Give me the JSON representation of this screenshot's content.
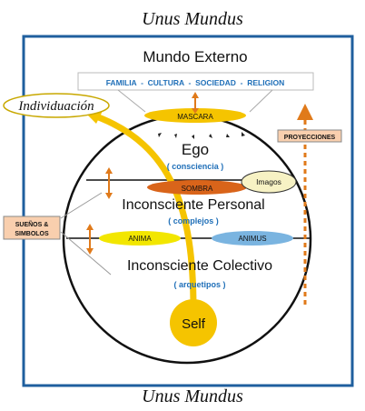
{
  "outer": {
    "top_title": "Unus Mundus",
    "bottom_title": "Unus Mundus",
    "external_world": "Mundo Externo",
    "social_bar": "FAMILIA  -  CULTURA  -  SOCIEDAD  -  RELIGION",
    "individuation": "Individuación",
    "projections": "PROYECCIONES",
    "dreams_symbols_line1": "SUEÑOS &",
    "dreams_symbols_line2": "SIMBOLOS"
  },
  "psyche": {
    "mask": "MASCARA",
    "ego": "Ego",
    "ego_sub": "( consciencia )",
    "shadow": "SOMBRA",
    "imagos": "Imagos",
    "personal_unconscious": "Inconsciente Personal",
    "personal_sub": "( complejos )",
    "anima": "ANIMA",
    "animus": "ANIMUS",
    "collective_unconscious": "Inconsciente Colectivo",
    "collective_sub": "( arquetipos )",
    "self": "Self"
  },
  "colors": {
    "frame": "#1f5f9e",
    "blue_text": "#1f6fb8",
    "yellow": "#f5c400",
    "orange": "#e07a1a",
    "dark_orange": "#d9641a",
    "anima_yellow": "#f2e600",
    "animus_blue": "#7ab4e0",
    "imagos_fill": "#f7f2c4",
    "label_box": "#f9cfae"
  }
}
